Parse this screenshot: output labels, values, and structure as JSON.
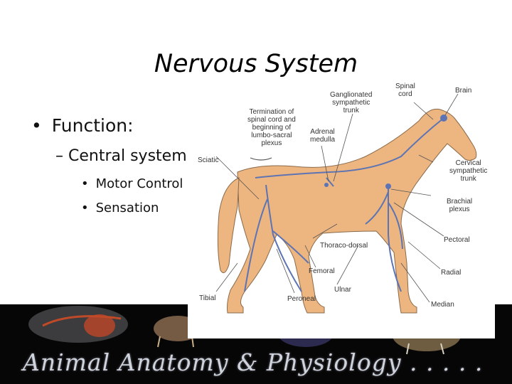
{
  "slide": {
    "title": "Nervous System",
    "bullets": {
      "level1": "Function:",
      "level2": "Central system",
      "level3": [
        "Motor Control",
        "Sensation"
      ]
    }
  },
  "diagram": {
    "labels": {
      "spinal_cord": "Spinal\ncord",
      "brain": "Brain",
      "ganglionated_trunk": "Ganglionated\nsympathetic\ntrunk",
      "termination": "Termination of\nspinal cord and\nbeginning of\nlumbo-sacral\nplexus",
      "adrenal_medulla": "Adrenal\nmedulla",
      "sciatic": "Sciatic",
      "cervical_trunk": "Cervical\nsympathetic\ntrunk",
      "brachial_plexus": "Brachial\nplexus",
      "pectoral": "Pectoral",
      "thoraco_dorsal": "Thoraco-dorsal",
      "femoral": "Femoral",
      "radial": "Radial",
      "tibial": "Tibial",
      "peroneal": "Peroneal",
      "ulnar": "Ulnar",
      "median": "Median"
    },
    "colors": {
      "body": "#edb580",
      "outline": "#8a6a4a",
      "nerve": "#5d74b4"
    }
  },
  "banner": {
    "text": "Animal Anatomy & Physiology . . . . .",
    "background": "#060606"
  }
}
